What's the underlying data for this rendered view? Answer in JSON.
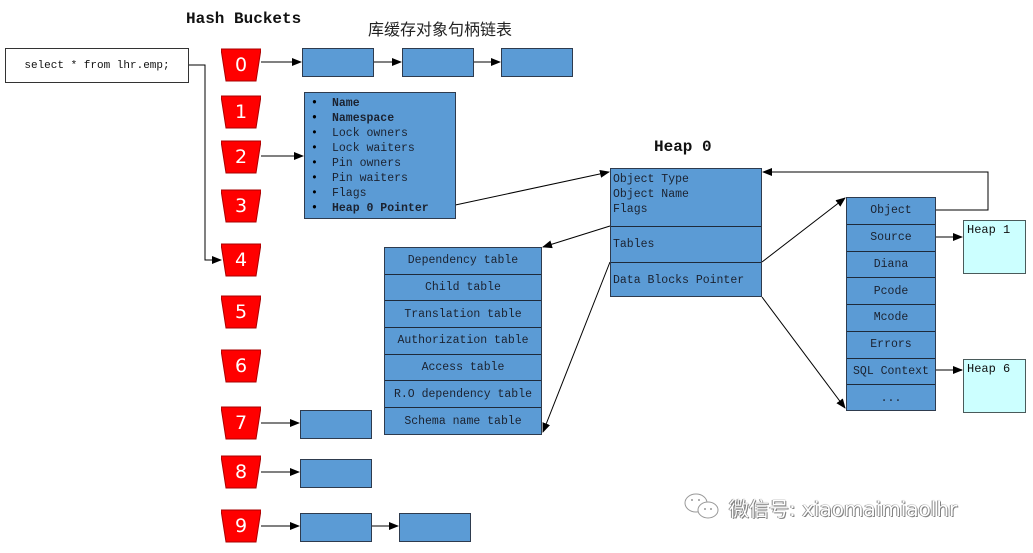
{
  "titles": {
    "hash_buckets": "Hash Buckets",
    "handle_chain": "库缓存对象句柄链表",
    "heap0": "Heap 0"
  },
  "query": "select * from lhr.emp;",
  "buckets": [
    "0",
    "1",
    "2",
    "3",
    "4",
    "5",
    "6",
    "7",
    "8",
    "9"
  ],
  "bucket_color": "#ff0000",
  "box_color": "#5b9bd5",
  "heap_box_color": "#ccffff",
  "handle": {
    "items": [
      {
        "label": "Name",
        "bold": true
      },
      {
        "label": "Namespace",
        "bold": true
      },
      {
        "label": "Lock owners",
        "bold": false
      },
      {
        "label": "Lock waiters",
        "bold": false
      },
      {
        "label": "Pin owners",
        "bold": false
      },
      {
        "label": "Pin waiters",
        "bold": false
      },
      {
        "label": "Flags",
        "bold": false
      },
      {
        "label": "Heap 0 Pointer",
        "bold": true
      }
    ]
  },
  "heap0": {
    "sections": [
      [
        "Object Type",
        "Object Name",
        "Flags"
      ],
      [
        "Tables"
      ],
      [
        "Data Blocks Pointer"
      ]
    ]
  },
  "tables": [
    "Dependency table",
    "Child table",
    "Translation table",
    "Authorization table",
    "Access table",
    "R.O dependency table",
    "Schema name table"
  ],
  "data_blocks": [
    "Object",
    "Source",
    "Diana",
    "Pcode",
    "Mcode",
    "Errors",
    "SQL Context",
    "..."
  ],
  "heaps": {
    "heap1": "Heap 1",
    "heap6": "Heap 6"
  },
  "watermark": {
    "icon": "wechat-icon",
    "text": "微信号: xiaomaimiaolhr"
  }
}
